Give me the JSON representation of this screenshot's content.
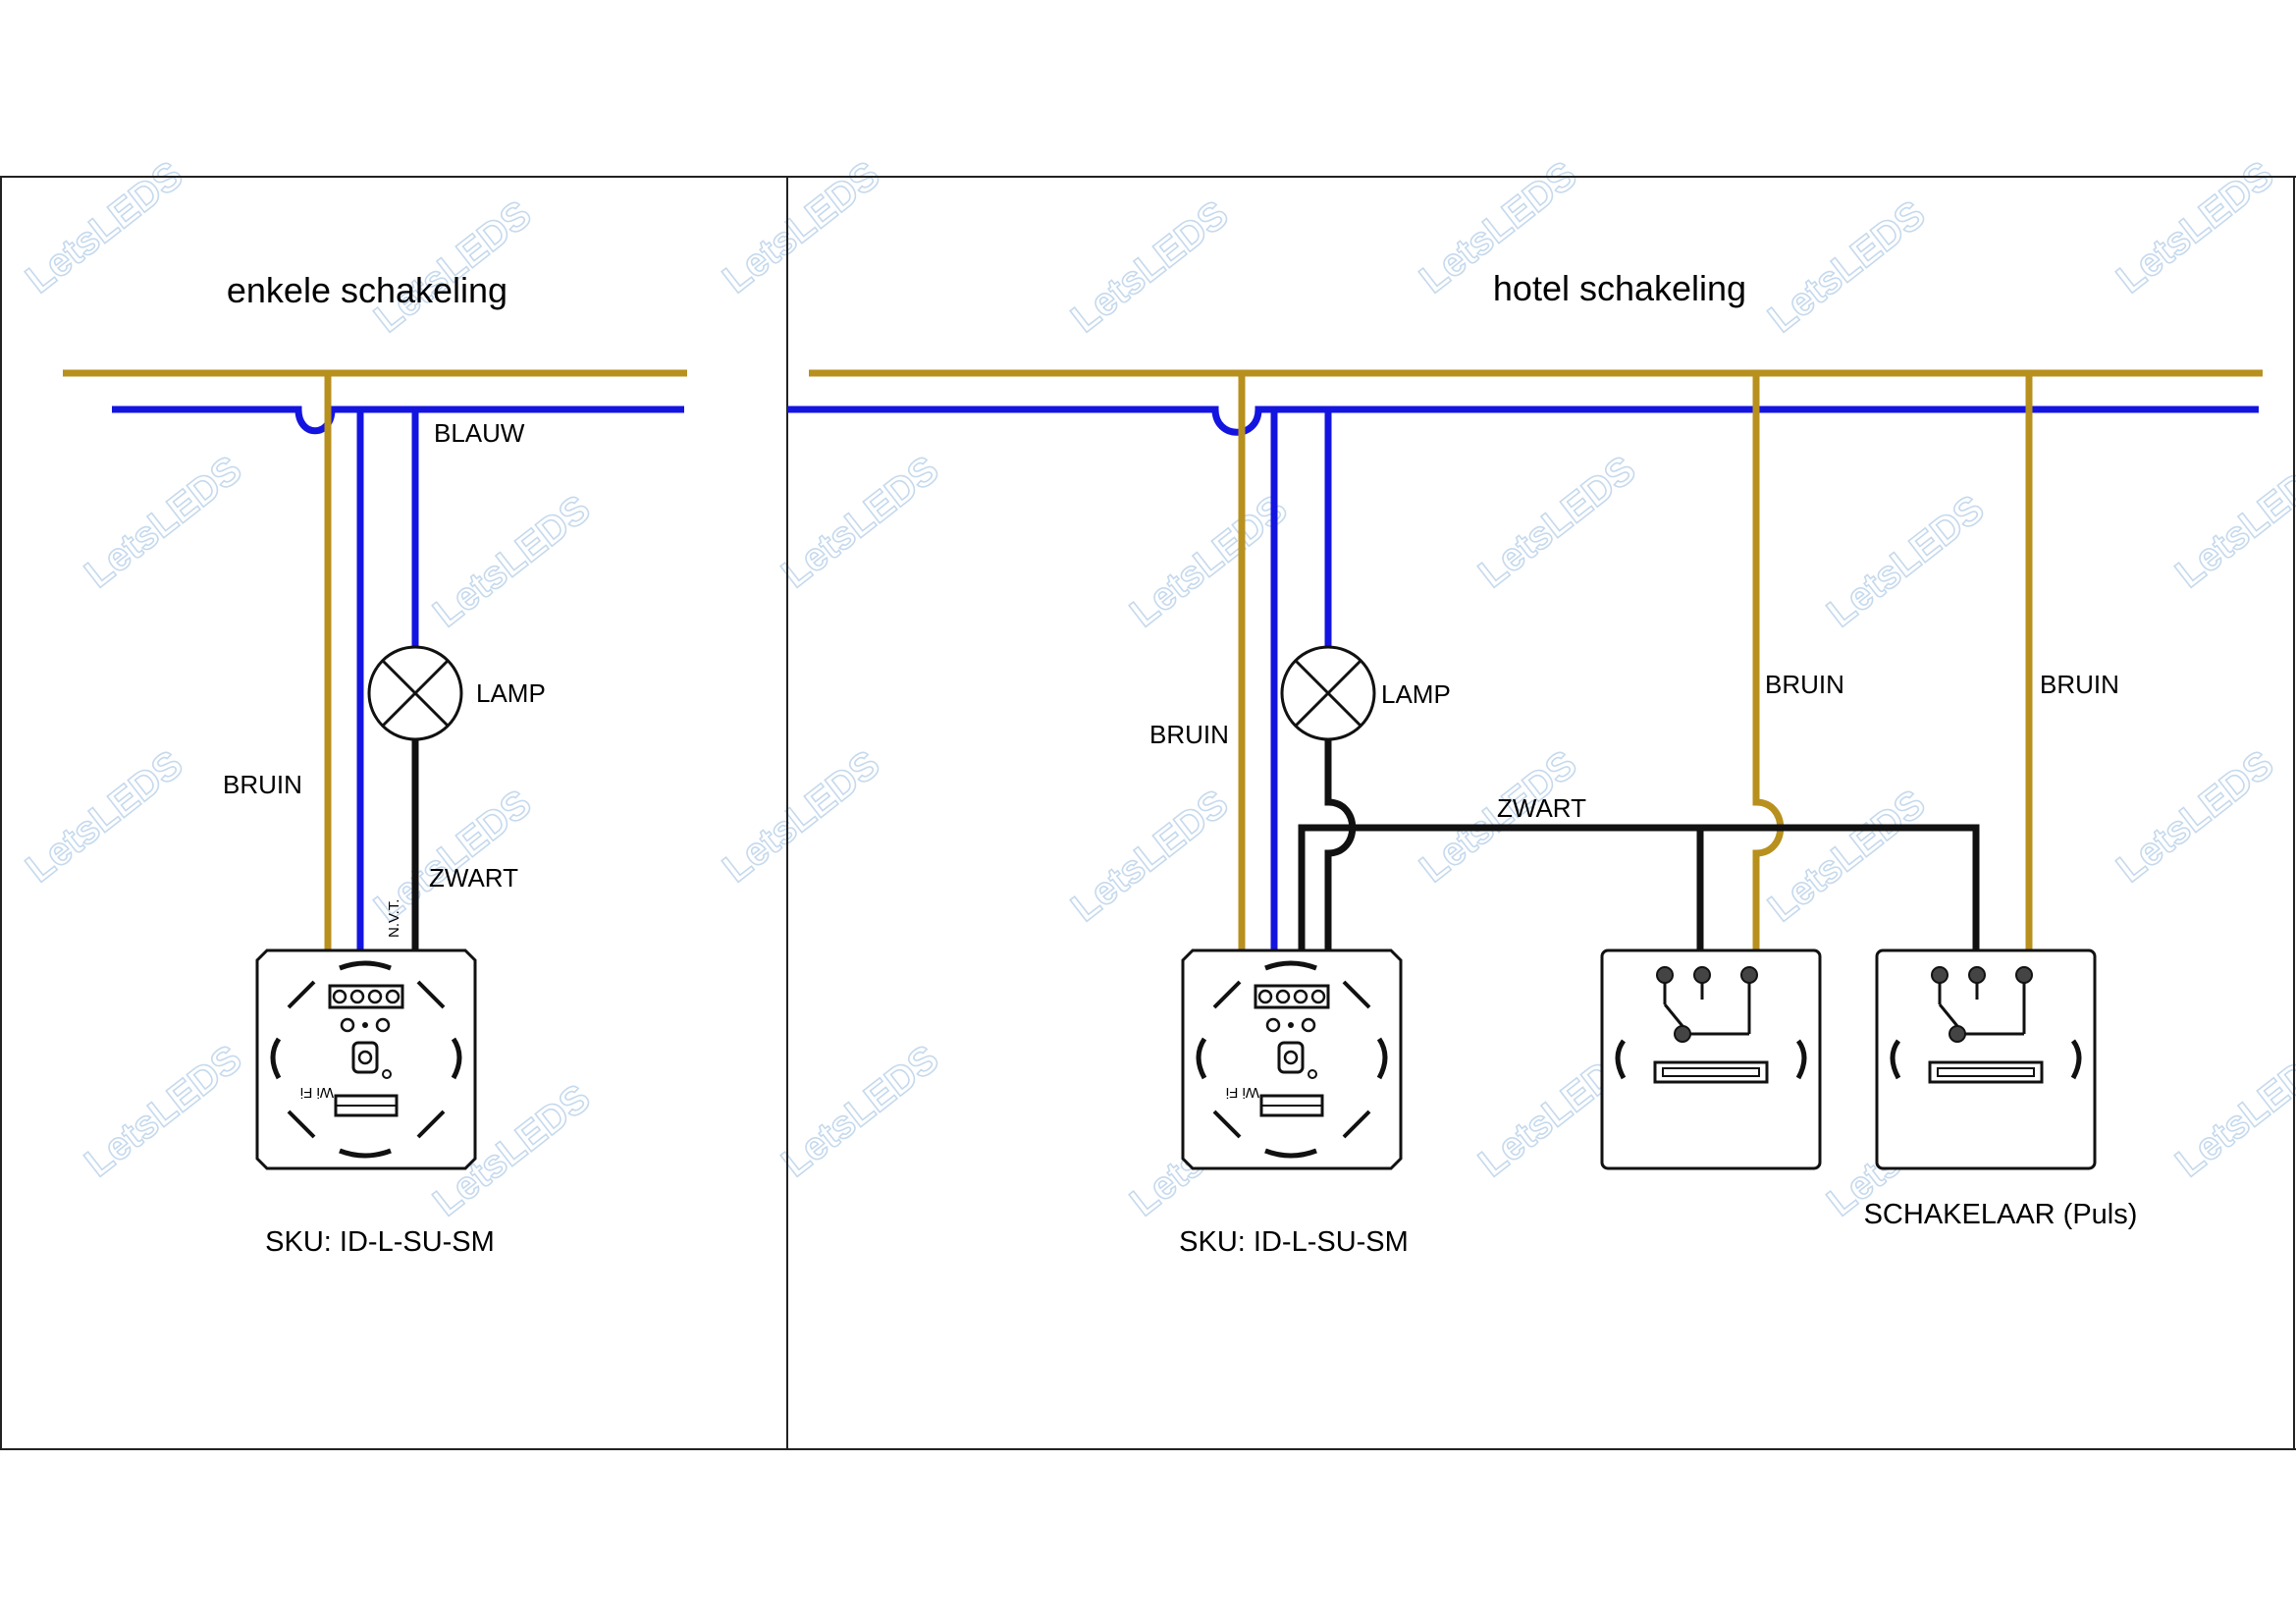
{
  "watermark": "LetsLEDS",
  "colors": {
    "brown": "#b8901e",
    "blue": "#1414e0",
    "black": "#111111",
    "frame": "#222222"
  },
  "left_panel": {
    "title": "enkele schakeling",
    "labels": {
      "blue": "BLAUW",
      "lamp": "LAMP",
      "brown": "BRUIN",
      "black": "ZWART",
      "nvt": "N.V.T."
    },
    "dimmer": {
      "wifi": "Wi Fi"
    },
    "sku": "SKU: ID-L-SU-SM"
  },
  "right_panel": {
    "title": "hotel schakeling",
    "labels": {
      "lamp": "LAMP",
      "brown_dimmer": "BRUIN",
      "brown_switch1": "BRUIN",
      "brown_switch2": "BRUIN",
      "black": "ZWART"
    },
    "dimmer": {
      "wifi": "Wi Fi"
    },
    "sku": "SKU: ID-L-SU-SM",
    "switch_label": "SCHAKELAAR (Puls)"
  }
}
